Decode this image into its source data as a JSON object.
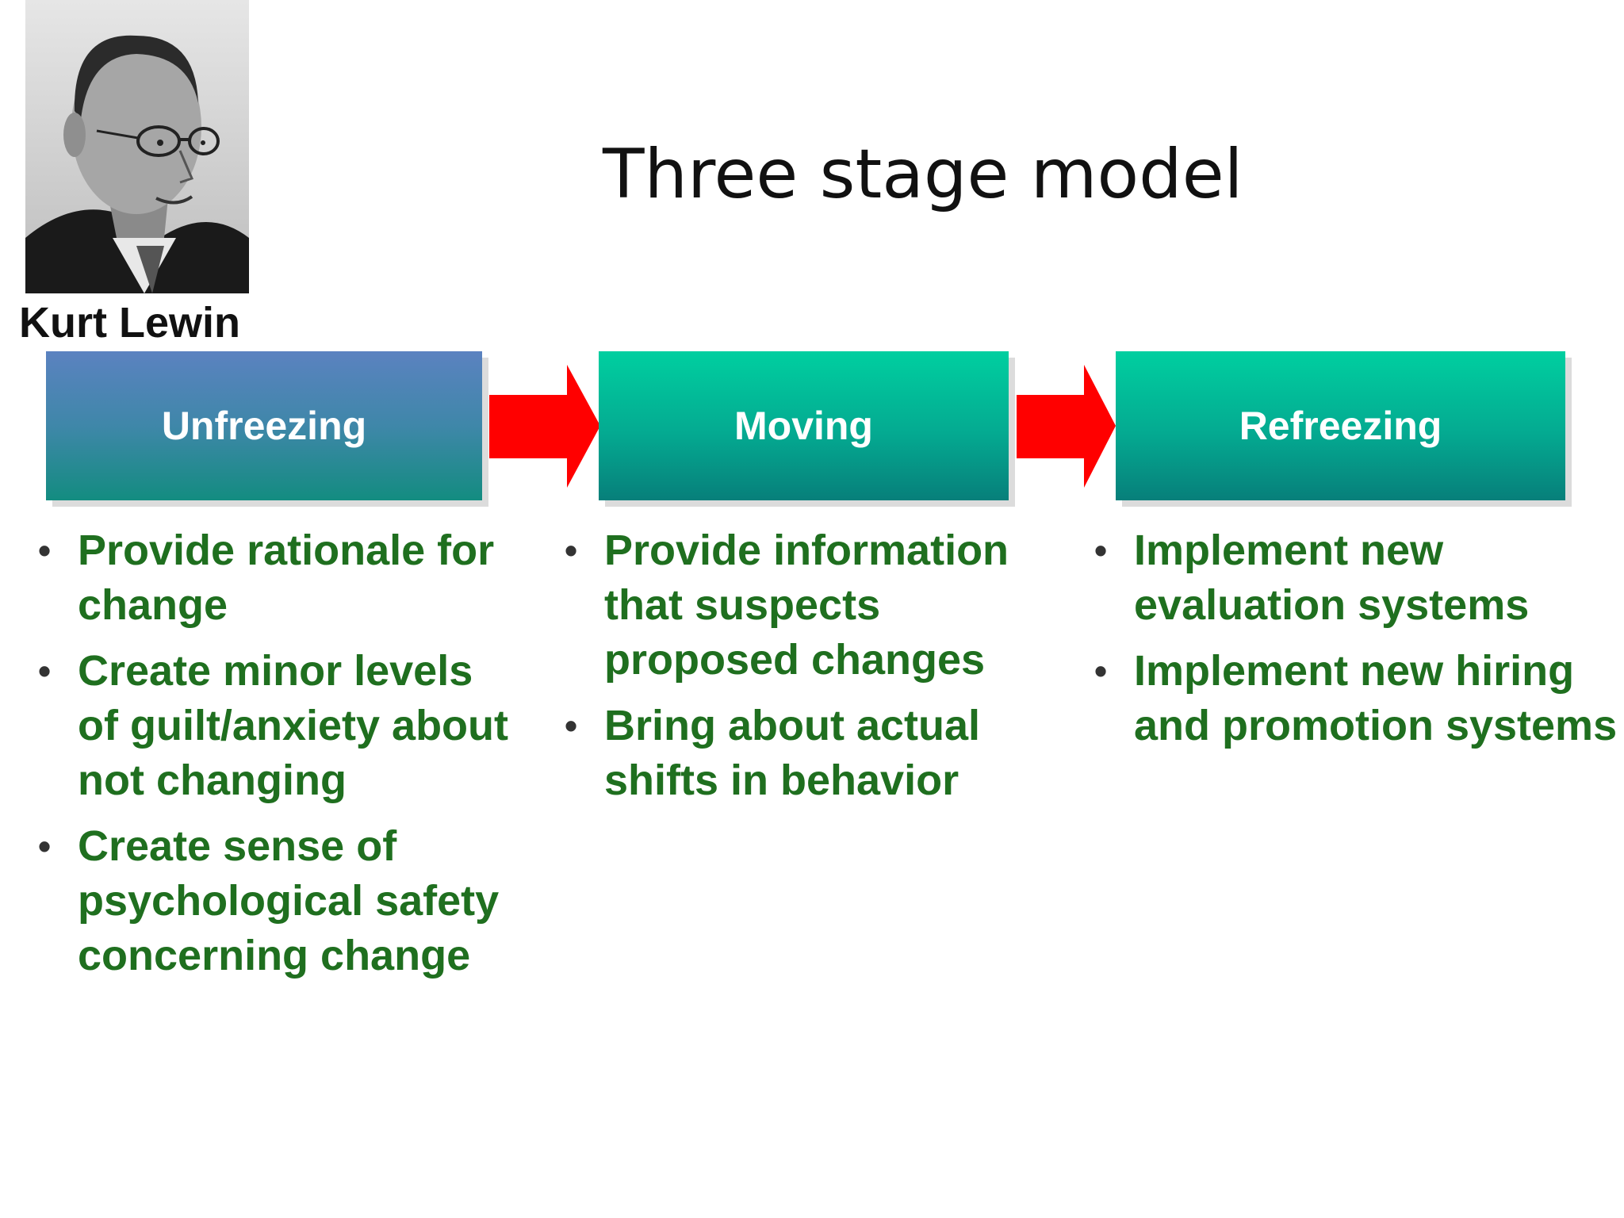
{
  "slide": {
    "title": "Three stage model",
    "portrait_caption": "Kurt Lewin"
  },
  "stages": [
    {
      "label": "Unfreezing",
      "bullets": [
        "Provide rationale for change",
        "Create minor levels of guilt/anxiety about not changing",
        "Create sense of psychological safety concerning change"
      ]
    },
    {
      "label": "Moving",
      "bullets": [
        "Provide information that suspects proposed changes",
        "Bring about actual shifts in behavior"
      ]
    },
    {
      "label": "Refreezing",
      "bullets": [
        "Implement new evaluation systems",
        "Implement new hiring and promotion systems"
      ]
    }
  ],
  "colors": {
    "bullet_text": "#1f6f1f",
    "arrow": "#ff0000",
    "stage_teal": "#04aa91",
    "stage_blue": "#5b82c0"
  }
}
